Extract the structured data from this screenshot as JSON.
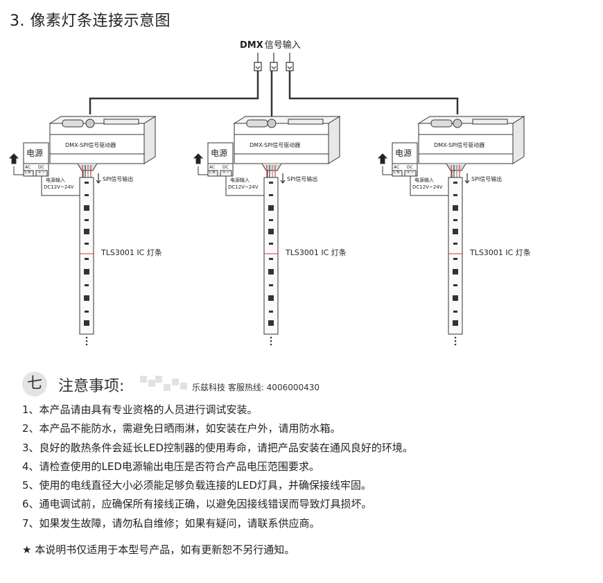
{
  "section_title": "3. 像素灯条连接示意图",
  "diagram": {
    "dmx_input_bold": "DMX",
    "dmx_input_rest": "信号输入",
    "units": [
      {
        "controller_label": "DMX-SPI信号驱动器",
        "power_label": "电源",
        "ac_label": "AC",
        "ln_label": "L N",
        "dc_label": "DC",
        "pm_label": "+ −",
        "power_in_label": "电源输入",
        "voltage_label": "DC12V~24V",
        "spi_out_label": "SPI信号输出",
        "strip_label": "TLS3001 IC 灯条"
      },
      {
        "controller_label": "DMX-SPI信号驱动器",
        "power_label": "电源",
        "ac_label": "AC",
        "ln_label": "L N",
        "dc_label": "DC",
        "pm_label": "+ −",
        "power_in_label": "电源输入",
        "voltage_label": "DC12V~24V",
        "spi_out_label": "SPI信号输出",
        "strip_label": "TLS3001 IC 灯条"
      },
      {
        "controller_label": "DMX-SPI信号驱动器",
        "power_label": "电源",
        "ac_label": "AC",
        "ln_label": "L N",
        "dc_label": "DC",
        "pm_label": "+ −",
        "power_in_label": "电源输入",
        "voltage_label": "DC12V~24V",
        "spi_out_label": "SPI信号输出",
        "strip_label": "TLS3001 IC 灯条"
      }
    ]
  },
  "notice": {
    "badge": "七",
    "title": "注意事项:",
    "hotline": "乐兹科技 客服热线: 4006000430",
    "items": [
      "1、本产品请由具有专业资格的人员进行调试安装。",
      "2、本产品不能防水，需避免日晒雨淋，如安装在户外，请用防水箱。",
      "3、良好的散热条件会延长LED控制器的使用寿命，请把产品安装在通风良好的环境。",
      "4、请检查使用的LED电源输出电压是否符合产品电压范围要求。",
      "5、使用的电线直径大小必须能足够负载连接的LED灯具，并确保接线牢固。",
      "6、通电调试前，应确保所有接线正确，以避免因接线错误而导致灯具损坏。",
      "7、如果发生故障，请勿私自维修；如果有疑问，请联系供应商。"
    ],
    "footnote": "★ 本说明书仅适用于本型号产品，如有更新恕不另行通知。"
  },
  "colors": {
    "text": "#222222",
    "line": "#333333",
    "badge_bg": "#e4e4e4",
    "red_wire": "#d23b3b"
  }
}
